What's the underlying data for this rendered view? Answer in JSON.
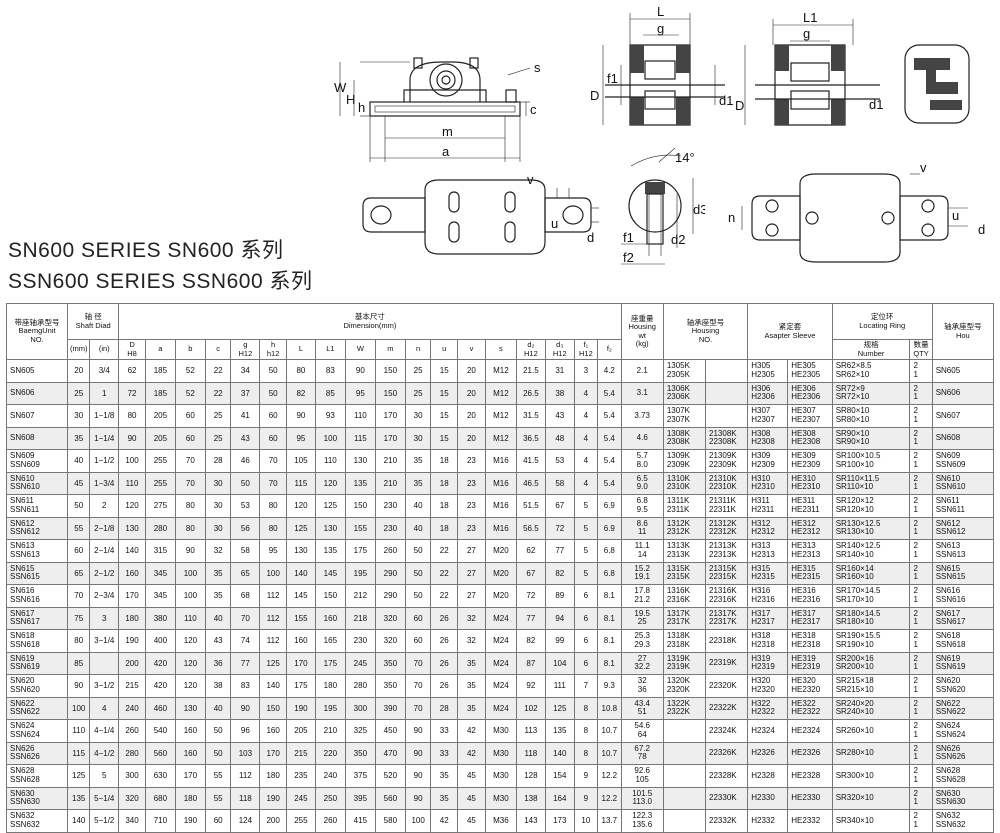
{
  "title": {
    "line1": "SN600  SERIES   SN600   系列",
    "line2": "SSN600  SERIES  SSN600  系列"
  },
  "drawing_labels": {
    "W": "W",
    "H": "H",
    "h": "h",
    "s": "s",
    "c": "c",
    "m": "m",
    "a": "a",
    "L": "L",
    "g": "g",
    "D": "D",
    "f1": "f1",
    "d1": "d1",
    "L1": "L1",
    "angle": "14°",
    "v": "v",
    "u": "u",
    "d": "d",
    "d3": "d3",
    "d2": "d2",
    "f2": "f2",
    "n": "n"
  },
  "header": {
    "unit": "带座轴承型号\nBaemgUnit\nNO.",
    "shaft": "轴  径\nShaft Diad",
    "dimension": "基本尺寸\nDimension(mm)",
    "weight": "座重量\nHousing\nwt\n(kg)",
    "housing": "轴承座型号\nHousing\nNO.",
    "sleeve": "紧定套\nAsapter Sleeve",
    "ring": "定位环\nLocating Ring",
    "hou": "轴承座型号\nHou",
    "ring_spec": "规格\nNumber",
    "ring_qty": "数量\nQTY",
    "sub": [
      "(mm)",
      "(in)",
      "D\nH8",
      "a",
      "b",
      "c",
      "g\nH12",
      "h\nh12",
      "L",
      "L1",
      "W",
      "m",
      "n",
      "u",
      "v",
      "s",
      "d₂\nH12",
      "d₃\nH12",
      "f₁\nH12",
      "f₂"
    ]
  },
  "rows": [
    {
      "unit": "SN605",
      "mm": "20",
      "in": "3/4",
      "dims": [
        "62",
        "185",
        "52",
        "22",
        "34",
        "50",
        "80",
        "83",
        "90",
        "150",
        "25",
        "15",
        "20",
        "M12",
        "21.5",
        "31",
        "3",
        "4.2"
      ],
      "wt": "2.1",
      "hA": "1305K\n2305K",
      "hB": "",
      "sA": "H305\nH2305",
      "sB": "HE305\nHE2305",
      "ring": "SR62×8.5\nSR62×10",
      "qty": "2\n1",
      "hou": "SN605"
    },
    {
      "unit": "SN606",
      "mm": "25",
      "in": "1",
      "dims": [
        "72",
        "185",
        "52",
        "22",
        "37",
        "50",
        "82",
        "85",
        "95",
        "150",
        "25",
        "15",
        "20",
        "M12",
        "26.5",
        "38",
        "4",
        "5.4"
      ],
      "wt": "3.1",
      "hA": "1306K\n2306K",
      "hB": "",
      "sA": "H306\nH2306",
      "sB": "HE306\nHE2306",
      "ring": "SR72×9\nSR72×10",
      "qty": "2\n1",
      "hou": "SN606"
    },
    {
      "unit": "SN607",
      "mm": "30",
      "in": "1−1/8",
      "dims": [
        "80",
        "205",
        "60",
        "25",
        "41",
        "60",
        "90",
        "93",
        "110",
        "170",
        "30",
        "15",
        "20",
        "M12",
        "31.5",
        "43",
        "4",
        "5.4"
      ],
      "wt": "3.73",
      "hA": "1307K\n2307K",
      "hB": "",
      "sA": "H307\nH2307",
      "sB": "HE307\nHE2307",
      "ring": "SR80×10\nSR80×10",
      "qty": "2\n1",
      "hou": "SN607"
    },
    {
      "unit": "SN608",
      "mm": "35",
      "in": "1−1/4",
      "dims": [
        "90",
        "205",
        "60",
        "25",
        "43",
        "60",
        "95",
        "100",
        "115",
        "170",
        "30",
        "15",
        "20",
        "M12",
        "36.5",
        "48",
        "4",
        "5.4"
      ],
      "wt": "4.6",
      "hA": "1308K\n2308K",
      "hB": "21308K\n22308K",
      "sA": "H308\nH2308",
      "sB": "HE308\nHE2308",
      "ring": "SR90×10\nSR90×10",
      "qty": "2\n1",
      "hou": "SN608"
    },
    {
      "unit": "SN609\nSSN609",
      "mm": "40",
      "in": "1−1/2",
      "dims": [
        "100",
        "255",
        "70",
        "28",
        "46",
        "70",
        "105",
        "110",
        "130",
        "210",
        "35",
        "18",
        "23",
        "M16",
        "41.5",
        "53",
        "4",
        "5.4"
      ],
      "wt": "5.7\n8.0",
      "hA": "1309K\n2309K",
      "hB": "21309K\n22309K",
      "sA": "H309\nH2309",
      "sB": "HE309\nHE2309",
      "ring": "SR100×10.5\nSR100×10",
      "qty": "2\n1",
      "hou": "SN609\nSSN609"
    },
    {
      "unit": "SN610\nSSN610",
      "mm": "45",
      "in": "1−3/4",
      "dims": [
        "110",
        "255",
        "70",
        "30",
        "50",
        "70",
        "115",
        "120",
        "135",
        "210",
        "35",
        "18",
        "23",
        "M16",
        "46.5",
        "58",
        "4",
        "5.4"
      ],
      "wt": "6.5\n9.0",
      "hA": "1310K\n2310K",
      "hB": "21310K\n22310K",
      "sA": "H310\nH2310",
      "sB": "HE310\nHE2310",
      "ring": "SR110×11.5\nSR110×10",
      "qty": "2\n1",
      "hou": "SN610\nSSN610"
    },
    {
      "unit": "SN611\nSSN611",
      "mm": "50",
      "in": "2",
      "dims": [
        "120",
        "275",
        "80",
        "30",
        "53",
        "80",
        "120",
        "125",
        "150",
        "230",
        "40",
        "18",
        "23",
        "M16",
        "51.5",
        "67",
        "5",
        "6.9"
      ],
      "wt": "6.8\n9.5",
      "hA": "1311K\n2311K",
      "hB": "21311K\n22311K",
      "sA": "H311\nH2311",
      "sB": "HE311\nHE2311",
      "ring": "SR120×12\nSR120×10",
      "qty": "2\n1",
      "hou": "SN611\nSSN611"
    },
    {
      "unit": "SN612\nSSN612",
      "mm": "55",
      "in": "2−1/8",
      "dims": [
        "130",
        "280",
        "80",
        "30",
        "56",
        "80",
        "125",
        "130",
        "155",
        "230",
        "40",
        "18",
        "23",
        "M16",
        "56.5",
        "72",
        "5",
        "6.9"
      ],
      "wt": "8.6\n11",
      "hA": "1312K\n2312K",
      "hB": "21312K\n22312K",
      "sA": "H312\nH2312",
      "sB": "HE312\nHE2312",
      "ring": "SR130×12.5\nSR130×10",
      "qty": "2\n1",
      "hou": "SN612\nSSN612"
    },
    {
      "unit": "SN613\nSSN613",
      "mm": "60",
      "in": "2−1/4",
      "dims": [
        "140",
        "315",
        "90",
        "32",
        "58",
        "95",
        "130",
        "135",
        "175",
        "260",
        "50",
        "22",
        "27",
        "M20",
        "62",
        "77",
        "5",
        "6.8"
      ],
      "wt": "11.1\n14",
      "hA": "1313K\n2313K",
      "hB": "21313K\n22313K",
      "sA": "H313\nH2313",
      "sB": "HE313\nHE2313",
      "ring": "SR140×12.5\nSR140×10",
      "qty": "2\n1",
      "hou": "SN613\nSSN613"
    },
    {
      "unit": "SN615\nSSN615",
      "mm": "65",
      "in": "2−1/2",
      "dims": [
        "160",
        "345",
        "100",
        "35",
        "65",
        "100",
        "140",
        "145",
        "195",
        "290",
        "50",
        "22",
        "27",
        "M20",
        "67",
        "82",
        "5",
        "6.8"
      ],
      "wt": "15.2\n19.1",
      "hA": "1315K\n2315K",
      "hB": "21315K\n22315K",
      "sA": "H315\nH2315",
      "sB": "HE315\nHE2315",
      "ring": "SR160×14\nSR160×10",
      "qty": "2\n1",
      "hou": "SN615\nSSN615"
    },
    {
      "unit": "SN616\nSSN616",
      "mm": "70",
      "in": "2−3/4",
      "dims": [
        "170",
        "345",
        "100",
        "35",
        "68",
        "112",
        "145",
        "150",
        "212",
        "290",
        "50",
        "22",
        "27",
        "M20",
        "72",
        "89",
        "6",
        "8.1"
      ],
      "wt": "17.8\n21.2",
      "hA": "1316K\n2316K",
      "hB": "21316K\n22316K",
      "sA": "H316\nH2316",
      "sB": "HE316\nHE2316",
      "ring": "SR170×14.5\nSR170×10",
      "qty": "2\n1",
      "hou": "SN616\nSSN616"
    },
    {
      "unit": "SN617\nSSN617",
      "mm": "75",
      "in": "3",
      "dims": [
        "180",
        "380",
        "110",
        "40",
        "70",
        "112",
        "155",
        "160",
        "218",
        "320",
        "60",
        "26",
        "32",
        "M24",
        "77",
        "94",
        "6",
        "8.1"
      ],
      "wt": "19.5\n25",
      "hA": "1317K\n2317K",
      "hB": "21317K\n22317K",
      "sA": "H317\nH2317",
      "sB": "HE317\nHE2317",
      "ring": "SR180×14.5\nSR180×10",
      "qty": "2\n1",
      "hou": "SN617\nSSN617"
    },
    {
      "unit": "SN618\nSSN618",
      "mm": "80",
      "in": "3−1/4",
      "dims": [
        "190",
        "400",
        "120",
        "43",
        "74",
        "112",
        "160",
        "165",
        "230",
        "320",
        "60",
        "26",
        "32",
        "M24",
        "82",
        "99",
        "6",
        "8.1"
      ],
      "wt": "25.3\n29.3",
      "hA": "1318K\n2318K",
      "hB": "22318K",
      "sA": "H318\nH2318",
      "sB": "HE318\nHE2318",
      "ring": "SR190×15.5\nSR190×10",
      "qty": "2\n1",
      "hou": "SN618\nSSN618"
    },
    {
      "unit": "SN619\nSSN619",
      "mm": "85",
      "in": "",
      "dims": [
        "200",
        "420",
        "120",
        "36",
        "77",
        "125",
        "170",
        "175",
        "245",
        "350",
        "70",
        "26",
        "35",
        "M24",
        "87",
        "104",
        "6",
        "8.1"
      ],
      "wt": "27\n32.2",
      "hA": "1319K\n2319K",
      "hB": "22319K",
      "sA": "H319\nH2319",
      "sB": "HE319\nHE2319",
      "ring": "SR200×16\nSR200×10",
      "qty": "2\n1",
      "hou": "SN619\nSSN619"
    },
    {
      "unit": "SN620\nSSN620",
      "mm": "90",
      "in": "3−1/2",
      "dims": [
        "215",
        "420",
        "120",
        "38",
        "83",
        "140",
        "175",
        "180",
        "280",
        "350",
        "70",
        "26",
        "35",
        "M24",
        "92",
        "111",
        "7",
        "9.3"
      ],
      "wt": "32\n36",
      "hA": "1320K\n2320K",
      "hB": "22320K",
      "sA": "H320\nH2320",
      "sB": "HE320\nHE2320",
      "ring": "SR215×18\nSR215×10",
      "qty": "2\n1",
      "hou": "SN620\nSSN620"
    },
    {
      "unit": "SN622\nSSN622",
      "mm": "100",
      "in": "4",
      "dims": [
        "240",
        "460",
        "130",
        "40",
        "90",
        "150",
        "190",
        "195",
        "300",
        "390",
        "70",
        "28",
        "35",
        "M24",
        "102",
        "125",
        "8",
        "10.8"
      ],
      "wt": "43.4\n51",
      "hA": "1322K\n2322K",
      "hB": "22322K",
      "sA": "H322\nH2322",
      "sB": "HE322\nHE2322",
      "ring": "SR240×20\nSR240×10",
      "qty": "2\n1",
      "hou": "SN622\nSSN622"
    },
    {
      "unit": "SN624\nSSN624",
      "mm": "110",
      "in": "4−1/4",
      "dims": [
        "260",
        "540",
        "160",
        "50",
        "96",
        "160",
        "205",
        "210",
        "325",
        "450",
        "90",
        "33",
        "42",
        "M30",
        "113",
        "135",
        "8",
        "10.7"
      ],
      "wt": "54.6\n64",
      "hA": "",
      "hB": "22324K",
      "sA": "H2324",
      "sB": "HE2324",
      "ring": "SR260×10",
      "qty": "2\n1",
      "hou": "SN624\nSSN624"
    },
    {
      "unit": "SN626\nSSN626",
      "mm": "115",
      "in": "4−1/2",
      "dims": [
        "280",
        "560",
        "160",
        "50",
        "103",
        "170",
        "215",
        "220",
        "350",
        "470",
        "90",
        "33",
        "42",
        "M30",
        "118",
        "140",
        "8",
        "10.7"
      ],
      "wt": "67.2\n78",
      "hA": "",
      "hB": "22326K",
      "sA": "H2326",
      "sB": "HE2326",
      "ring": "SR280×10",
      "qty": "2\n1",
      "hou": "SN626\nSSN626"
    },
    {
      "unit": "SN628\nSSN628",
      "mm": "125",
      "in": "5",
      "dims": [
        "300",
        "630",
        "170",
        "55",
        "112",
        "180",
        "235",
        "240",
        "375",
        "520",
        "90",
        "35",
        "45",
        "M30",
        "128",
        "154",
        "9",
        "12.2"
      ],
      "wt": "92.6\n105",
      "hA": "",
      "hB": "22328K",
      "sA": "H2328",
      "sB": "HE2328",
      "ring": "SR300×10",
      "qty": "2\n1",
      "hou": "SN628\nSSN628"
    },
    {
      "unit": "SN630\nSSN630",
      "mm": "135",
      "in": "5−1/4",
      "dims": [
        "320",
        "680",
        "180",
        "55",
        "118",
        "190",
        "245",
        "250",
        "395",
        "560",
        "90",
        "35",
        "45",
        "M30",
        "138",
        "164",
        "9",
        "12.2"
      ],
      "wt": "101.5\n113.0",
      "hA": "",
      "hB": "22330K",
      "sA": "H2330",
      "sB": "HE2330",
      "ring": "SR320×10",
      "qty": "2\n1",
      "hou": "SN630\nSSN630"
    },
    {
      "unit": "SN632\nSSN632",
      "mm": "140",
      "in": "5−1/2",
      "dims": [
        "340",
        "710",
        "190",
        "60",
        "124",
        "200",
        "255",
        "260",
        "415",
        "580",
        "100",
        "42",
        "45",
        "M36",
        "143",
        "173",
        "10",
        "13.7"
      ],
      "wt": "122.3\n135.6",
      "hA": "",
      "hB": "22332K",
      "sA": "H2332",
      "sB": "HE2332",
      "ring": "SR340×10",
      "qty": "2\n1",
      "hou": "SN632\nSSN632"
    }
  ]
}
